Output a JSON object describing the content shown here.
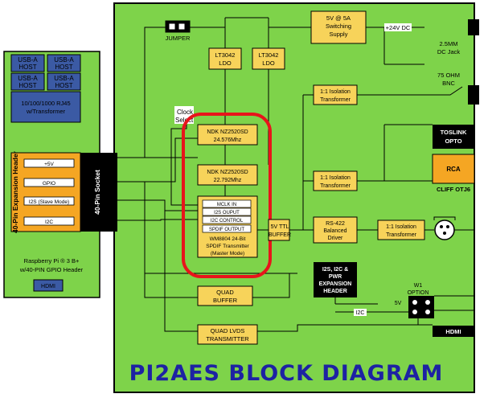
{
  "title": "PI2AES BLOCK DIAGRAM",
  "raspberry_pi": {
    "usb_a_host": [
      "USB-A",
      "HOST"
    ],
    "ethernet": [
      "10/100/1000 RJ45",
      "w/Transformer"
    ],
    "gpio_header_label": "40-Pin Expansion Header",
    "gpio_signals": [
      "+5V",
      "GPIO",
      "I2S (Slave Mode)",
      "I2C"
    ],
    "board_name": [
      "Raspberry Pi ® 3 B+",
      "w/40-PIN GPIO Header"
    ],
    "hdmi": "HDMI"
  },
  "socket_label": "40-Pin Socket",
  "blocks": {
    "jumper": "JUMPER",
    "supply": [
      "5V @ 5A",
      "Switching",
      "Supply"
    ],
    "ldo1": [
      "LT3042",
      "LDO"
    ],
    "ldo2": [
      "LT3042",
      "LDO"
    ],
    "clock_select": [
      "Clock",
      "Select"
    ],
    "osc1": [
      "NDK NZ2520SD",
      "24.576Mhz"
    ],
    "osc2": [
      "NDK NZ2520SD",
      "22.792Mhz"
    ],
    "wm_pins": [
      "MCLK IN",
      "I2S OUPUT",
      "I2C CONTROL",
      "SPDIF OUTPUT"
    ],
    "wm_name": [
      "WM8804 24-Bit",
      "SPDIF Transmitter",
      "(Master Mode)"
    ],
    "ttl_buffer": [
      "5V TTL",
      "BUFFER"
    ],
    "rs422": [
      "RS-422",
      "Balanced",
      "Driver"
    ],
    "iso1": [
      "1:1 Isolation",
      "Transformer"
    ],
    "iso2": [
      "1:1 Isolation",
      "Transformer"
    ],
    "iso3": [
      "1:1 Isolation",
      "Transformer"
    ],
    "quad_buffer": [
      "QUAD",
      "BUFFER"
    ],
    "quad_lvds": [
      "QUAD LVDS",
      "TRANSMITTER"
    ],
    "expansion_header": [
      "I2S, I2C &",
      "PWR",
      "EXPANSION",
      "HEADER"
    ]
  },
  "connectors": {
    "dc_voltage": "+24V DC",
    "dc_jack": [
      "2.5MM",
      "DC Jack"
    ],
    "bnc": [
      "75 OHM",
      "BNC"
    ],
    "toslink": [
      "TOSLINK",
      "OPTO"
    ],
    "rca": "RCA",
    "rca_part": "CLIFF OTJ6",
    "w1_option": [
      "W1",
      "OPTION"
    ],
    "w1_voltage": "5V",
    "i2c_label": "I2C",
    "hdmi_out": "HDMI"
  }
}
